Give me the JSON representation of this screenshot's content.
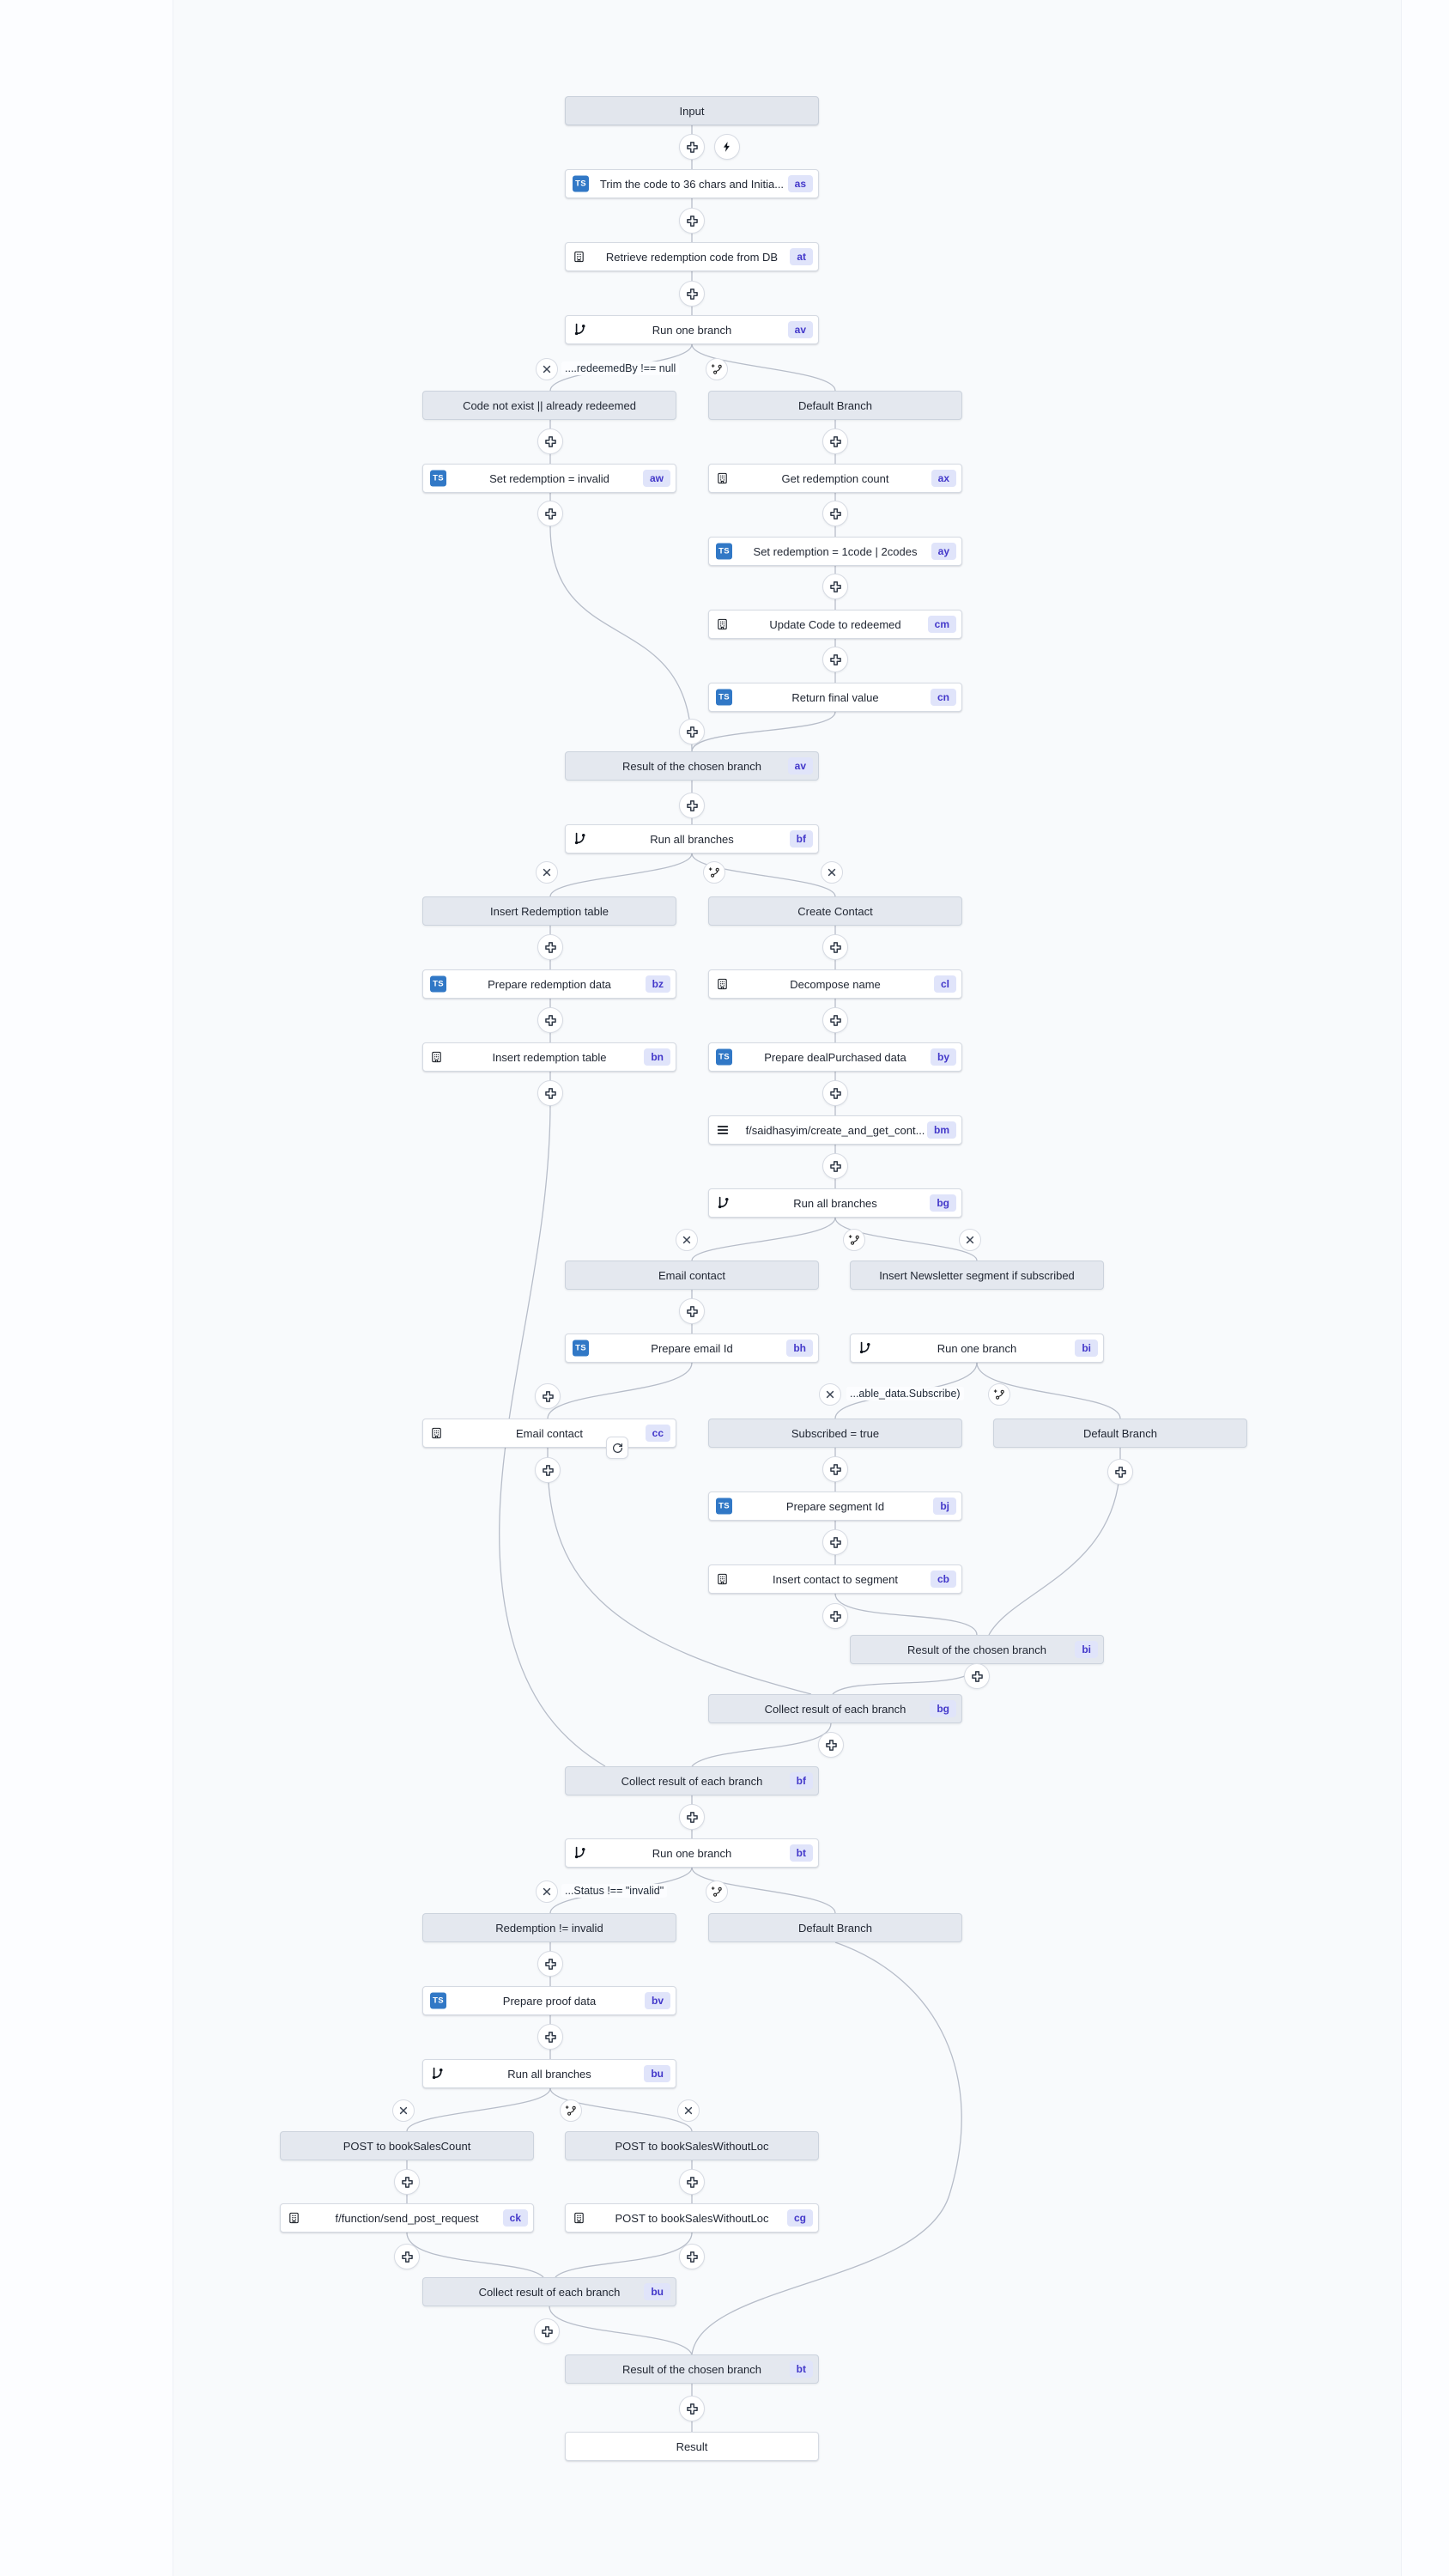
{
  "app": {
    "name": "flow-graph-editor"
  },
  "colors": {
    "page_bg": "#fcfdff",
    "canvas_bg": "#f8fafc",
    "node_bg": "#ffffff",
    "node_border": "#d5dae2",
    "gray_node_bg": "#e4e8ef",
    "badge_bg": "#e0e4fa",
    "badge_text": "#4338ca",
    "ts_icon_bg": "#3178c6",
    "edge": "#b7bdc9"
  },
  "icons": {
    "ts_label": "TS",
    "plus": "add-step",
    "bolt": "trigger",
    "x": "stop-early",
    "branch_add": "add-branch",
    "building": "resource-step",
    "menu": "workspace-script",
    "git_branch": "branch-step",
    "loop": "restart-loop"
  },
  "edge_labels": {
    "av_condition": "....redeemedBy !== null",
    "bi_condition": "...able_data.Subscribe)",
    "bt_condition": "...Status !== \"invalid\""
  },
  "nodes": {
    "input": {
      "label": "Input"
    },
    "as": {
      "label": "Trim the code to 36 chars and Initia...",
      "badge": "as"
    },
    "at": {
      "label": "Retrieve redemption code from DB",
      "badge": "at"
    },
    "av_branch": {
      "label": "Run one branch",
      "badge": "av"
    },
    "branch_code_invalid": {
      "label": "Code not exist || already redeemed"
    },
    "branch_default_1": {
      "label": "Default Branch"
    },
    "aw": {
      "label": "Set redemption = invalid",
      "badge": "aw"
    },
    "ax": {
      "label": "Get redemption count",
      "badge": "ax"
    },
    "ay": {
      "label": "Set redemption = 1code | 2codes",
      "badge": "ay"
    },
    "cm": {
      "label": "Update Code to redeemed",
      "badge": "cm"
    },
    "cn": {
      "label": "Return final value",
      "badge": "cn"
    },
    "av_result": {
      "label": "Result of the chosen branch",
      "badge": "av"
    },
    "bf_branch": {
      "label": "Run all branches",
      "badge": "bf"
    },
    "branch_insert_redemption": {
      "label": "Insert Redemption table"
    },
    "branch_create_contact": {
      "label": "Create Contact"
    },
    "bz": {
      "label": "Prepare redemption data",
      "badge": "bz"
    },
    "cl": {
      "label": "Decompose name",
      "badge": "cl"
    },
    "bn": {
      "label": "Insert redemption table",
      "badge": "bn"
    },
    "by": {
      "label": "Prepare dealPurchased data",
      "badge": "by"
    },
    "bm": {
      "label": "f/saidhasyim/create_and_get_cont...",
      "badge": "bm"
    },
    "bg_branch": {
      "label": "Run all branches",
      "badge": "bg"
    },
    "branch_email_contact": {
      "label": "Email contact"
    },
    "branch_newsletter": {
      "label": "Insert Newsletter segment if subscribed"
    },
    "bh": {
      "label": "Prepare email Id",
      "badge": "bh"
    },
    "bi_branch": {
      "label": "Run one branch",
      "badge": "bi"
    },
    "branch_subscribed": {
      "label": "Subscribed = true"
    },
    "branch_default_2": {
      "label": "Default Branch"
    },
    "cc": {
      "label": "Email contact",
      "badge": "cc"
    },
    "bj": {
      "label": "Prepare segment Id",
      "badge": "bj"
    },
    "cb": {
      "label": "Insert contact to segment",
      "badge": "cb"
    },
    "bi_result": {
      "label": "Result of the chosen branch",
      "badge": "bi"
    },
    "bg_collect": {
      "label": "Collect result of each branch",
      "badge": "bg"
    },
    "bf_collect": {
      "label": "Collect result of each branch",
      "badge": "bf"
    },
    "bt_branch": {
      "label": "Run one branch",
      "badge": "bt"
    },
    "branch_redemption_valid": {
      "label": "Redemption != invalid"
    },
    "branch_default_3": {
      "label": "Default Branch"
    },
    "bv": {
      "label": "Prepare proof data",
      "badge": "bv"
    },
    "bu_branch": {
      "label": "Run all branches",
      "badge": "bu"
    },
    "branch_post_salescount": {
      "label": "POST to bookSalesCount"
    },
    "branch_post_withoutloc": {
      "label": "POST to bookSalesWithoutLoc"
    },
    "ck": {
      "label": "f/function/send_post_request",
      "badge": "ck"
    },
    "cg": {
      "label": "POST to bookSalesWithoutLoc",
      "badge": "cg"
    },
    "bu_collect": {
      "label": "Collect result of each branch",
      "badge": "bu"
    },
    "bt_result": {
      "label": "Result of the chosen branch",
      "badge": "bt"
    },
    "result": {
      "label": "Result"
    }
  }
}
